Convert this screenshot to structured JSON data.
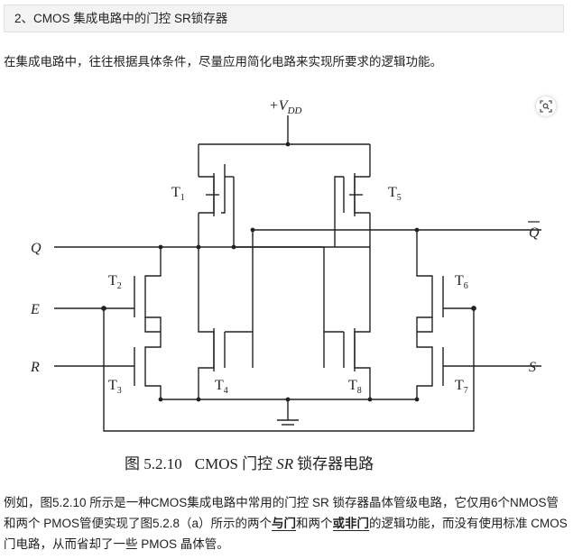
{
  "section_heading": "2、CMOS 集成电路中的门控 SR锁存器",
  "intro_text": "在集成电路中，往往根据具体条件，尽量应用简化电路来实现所要求的逻辑功能。",
  "figure": {
    "vdd_label": "+V",
    "vdd_sub": "DD",
    "signals": {
      "q": "Q",
      "q_bar": "Q",
      "e": "E",
      "r": "R",
      "s": "S"
    },
    "transistors": {
      "t1": {
        "main": "T",
        "sub": "1"
      },
      "t2": {
        "main": "T",
        "sub": "2"
      },
      "t3": {
        "main": "T",
        "sub": "3"
      },
      "t4": {
        "main": "T",
        "sub": "4"
      },
      "t5": {
        "main": "T",
        "sub": "5"
      },
      "t6": {
        "main": "T",
        "sub": "6"
      },
      "t7": {
        "main": "T",
        "sub": "7"
      },
      "t8": {
        "main": "T",
        "sub": "8"
      }
    },
    "caption_num": "图 5.2.10",
    "caption_cmos": "CMOS 门控",
    "caption_sr": "SR",
    "caption_rest": "锁存器电路"
  },
  "paragraph": {
    "part1": "例如，图5.2.10 所示是一种CMOS集成电路中常用的门控 SR 锁存器晶体管级电路，它仅用6个NMOS管和两个 PMOS管便实现了图5.2.8（a）所示的两个",
    "and_gate": "与门",
    "part2": "和两个",
    "nor_gate": "或非门",
    "part3": "的逻辑功能，而没有使用标准 CMOS 门电路，从而省却了一些 PMOS 晶体管。"
  },
  "icons": {
    "scan": "scan-icon"
  }
}
